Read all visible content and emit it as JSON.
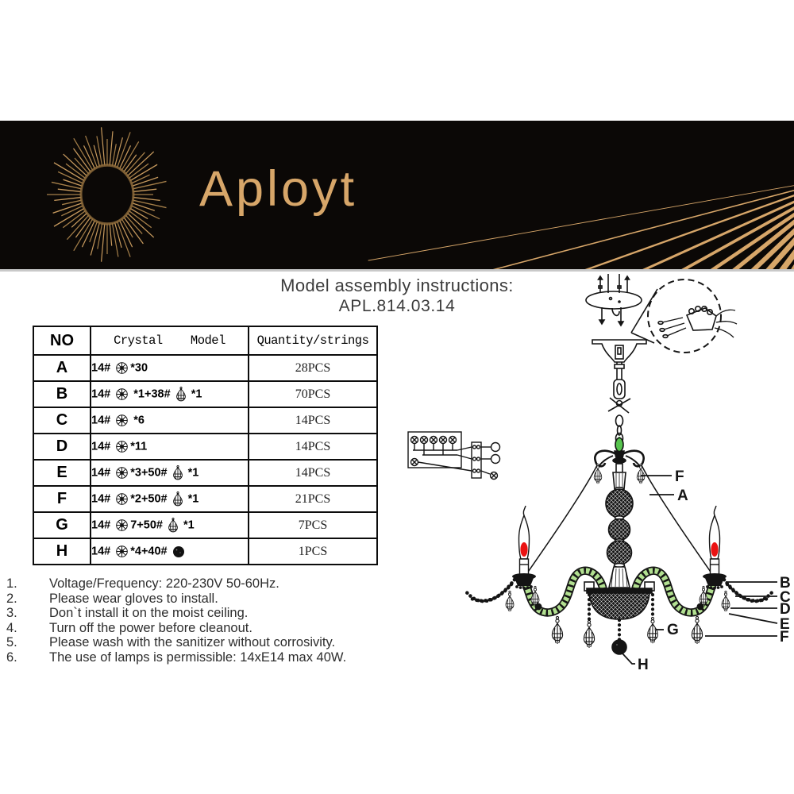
{
  "banner": {
    "brand": "Aployt",
    "colors": {
      "background": "#0b0806",
      "gold": "#d7a669"
    }
  },
  "title": {
    "line1": "Model assembly instructions:",
    "line2": "APL.814.03.14"
  },
  "table": {
    "headers": [
      "NO",
      "Crystal    Model",
      "Quantity/strings"
    ],
    "rows": [
      {
        "no": "A",
        "model": [
          [
            "t",
            "14# "
          ],
          [
            "i",
            "octagon-crystal-icon"
          ],
          [
            "t",
            "*30"
          ]
        ],
        "qty": "28PCS"
      },
      {
        "no": "B",
        "model": [
          [
            "t",
            "14# "
          ],
          [
            "i",
            "octagon-crystal-icon"
          ],
          [
            "t",
            " *1+38# "
          ],
          [
            "i",
            "drop-crystal-icon"
          ],
          [
            "t",
            " *1"
          ]
        ],
        "qty": "70PCS"
      },
      {
        "no": "C",
        "model": [
          [
            "t",
            "14# "
          ],
          [
            "i",
            "octagon-crystal-icon"
          ],
          [
            "t",
            " *6"
          ]
        ],
        "qty": "14PCS"
      },
      {
        "no": "D",
        "model": [
          [
            "t",
            "14# "
          ],
          [
            "i",
            "octagon-crystal-icon"
          ],
          [
            "t",
            "*11"
          ]
        ],
        "qty": "14PCS"
      },
      {
        "no": "E",
        "model": [
          [
            "t",
            "14# "
          ],
          [
            "i",
            "octagon-crystal-icon"
          ],
          [
            "t",
            "*3+50# "
          ],
          [
            "i",
            "drop-crystal-icon"
          ],
          [
            "t",
            " *1"
          ]
        ],
        "qty": "14PCS"
      },
      {
        "no": "F",
        "model": [
          [
            "t",
            "14# "
          ],
          [
            "i",
            "octagon-crystal-icon"
          ],
          [
            "t",
            "*2+50# "
          ],
          [
            "i",
            "drop-crystal-icon"
          ],
          [
            "t",
            " *1"
          ]
        ],
        "qty": "21PCS"
      },
      {
        "no": "G",
        "model": [
          [
            "t",
            "14# "
          ],
          [
            "i",
            "octagon-crystal-icon"
          ],
          [
            "t",
            "7+50# "
          ],
          [
            "i",
            "drop-crystal-icon"
          ],
          [
            "t",
            " *1"
          ]
        ],
        "qty": "7PCS"
      },
      {
        "no": "H",
        "model": [
          [
            "t",
            "14# "
          ],
          [
            "i",
            "octagon-crystal-icon"
          ],
          [
            "t",
            "*4+40# "
          ],
          [
            "i",
            "ball-crystal-icon"
          ]
        ],
        "qty": "1PCS"
      }
    ]
  },
  "instructions": [
    {
      "num": "1.",
      "text": "Voltage/Frequency: 220-230V 50-60Hz."
    },
    {
      "num": "2.",
      "text": "Please wear gloves to install."
    },
    {
      "num": "3.",
      "text": "Don`t install it on the moist ceiling."
    },
    {
      "num": "4.",
      "text": "Turn off the power before cleanout."
    },
    {
      "num": "5.",
      "text": "Please wash with the sanitizer without corrosivity."
    },
    {
      "num": "6.",
      "text": "The use of lamps is permissible: 14xE14 max 40W."
    }
  ],
  "diagram": {
    "labels": {
      "f_top": "F",
      "a": "A",
      "b": "B",
      "c": "C",
      "d": "D",
      "e": "E",
      "f_bottom": "F",
      "g": "G",
      "h": "H"
    },
    "colors": {
      "line": "#141414",
      "rope_green": "#b2e091",
      "center_green": "#4fc341",
      "flame_red": "#ea1212"
    }
  }
}
